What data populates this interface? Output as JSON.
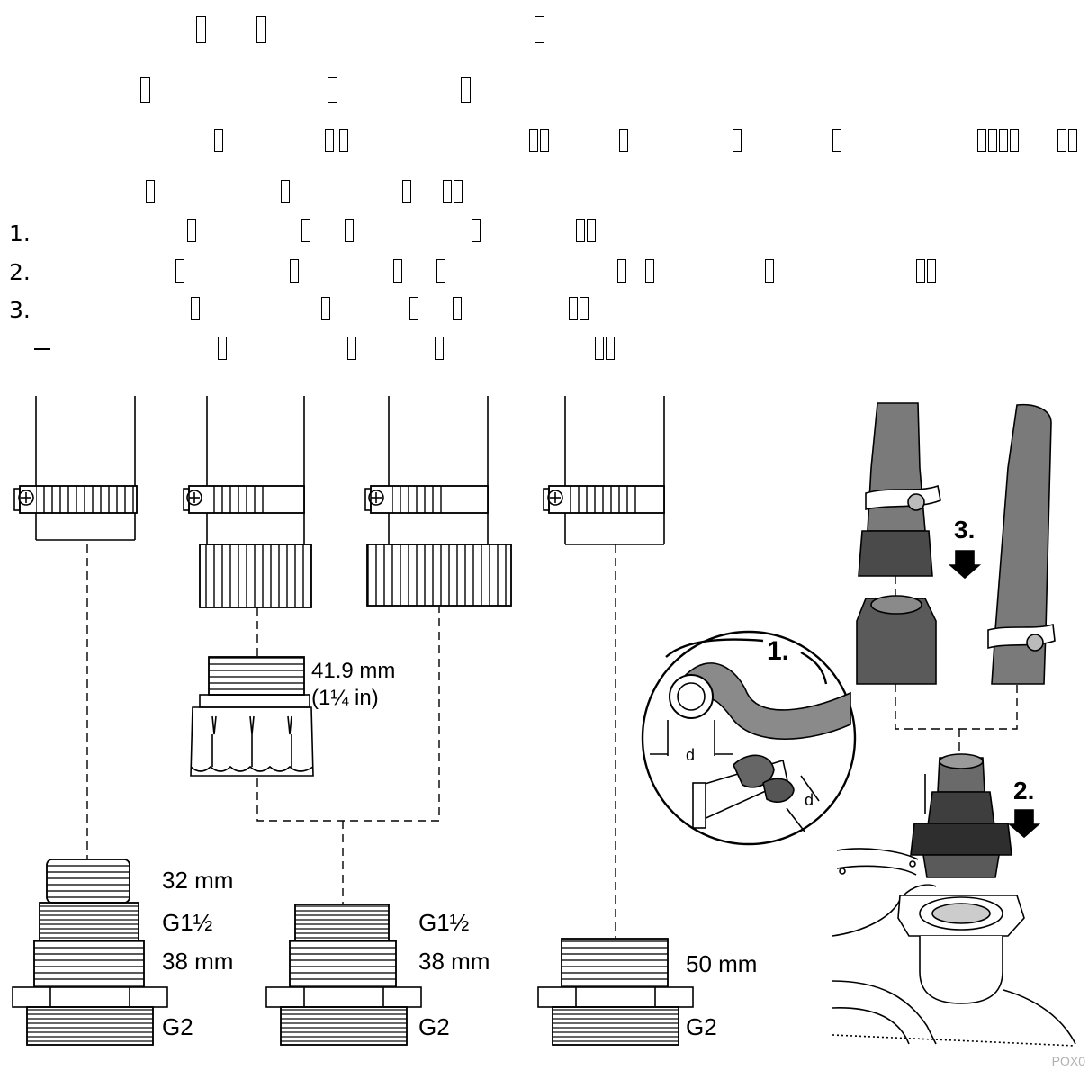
{
  "steps": [
    {
      "marker": "1."
    },
    {
      "marker": "2."
    },
    {
      "marker": "3."
    }
  ],
  "note_marker": "–",
  "figure": {
    "fittings": [
      {
        "labels": [
          "32 mm",
          "G1½",
          "38 mm",
          "G2"
        ]
      },
      {
        "labels": [
          "G1½",
          "38 mm",
          "G2"
        ]
      },
      {
        "labels": [
          "50 mm",
          "G2"
        ]
      }
    ],
    "adapter": {
      "labels": [
        "41.9 mm",
        "(1¼ in)"
      ]
    },
    "detail": {
      "callout": "1.",
      "dimension": "d"
    },
    "assembly": {
      "callouts": [
        "3.",
        "2."
      ]
    },
    "code": "POX0"
  }
}
